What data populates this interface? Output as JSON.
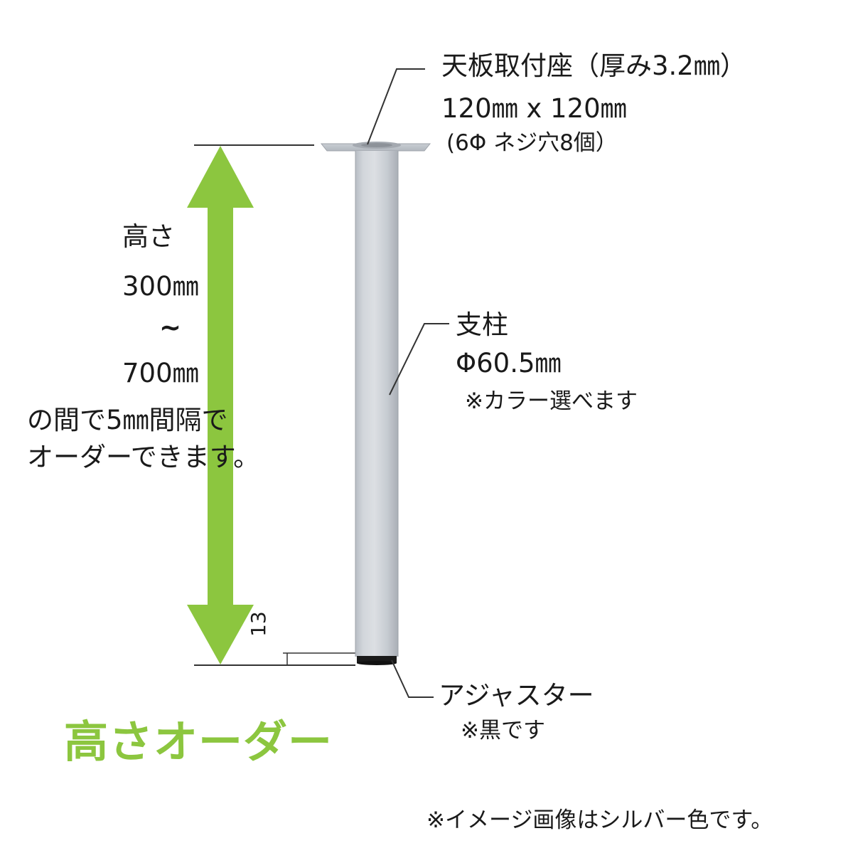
{
  "mount_plate": {
    "title": "天板取付座（厚み3.2㎜）",
    "size": "120㎜ x 120㎜",
    "holes": "(6Φ ネジ穴8個）"
  },
  "height": {
    "label": "高さ",
    "min": "300㎜",
    "tilde": "~",
    "max": "700㎜",
    "line1": "の間で5㎜間隔で",
    "line2": "オーダーできます。"
  },
  "post": {
    "label": "支柱",
    "diameter": "Φ60.5㎜",
    "note": "※カラー選べます"
  },
  "adjuster": {
    "label": "アジャスター",
    "note": "※黒です",
    "dimension": "13"
  },
  "headline": "高さオーダー",
  "footnote": "※イメージ画像はシルバー色です。",
  "colors": {
    "accent_green": "#8cc63f",
    "leg_silver": "#c4c9cf",
    "adjuster_black": "#1a1a1a"
  }
}
